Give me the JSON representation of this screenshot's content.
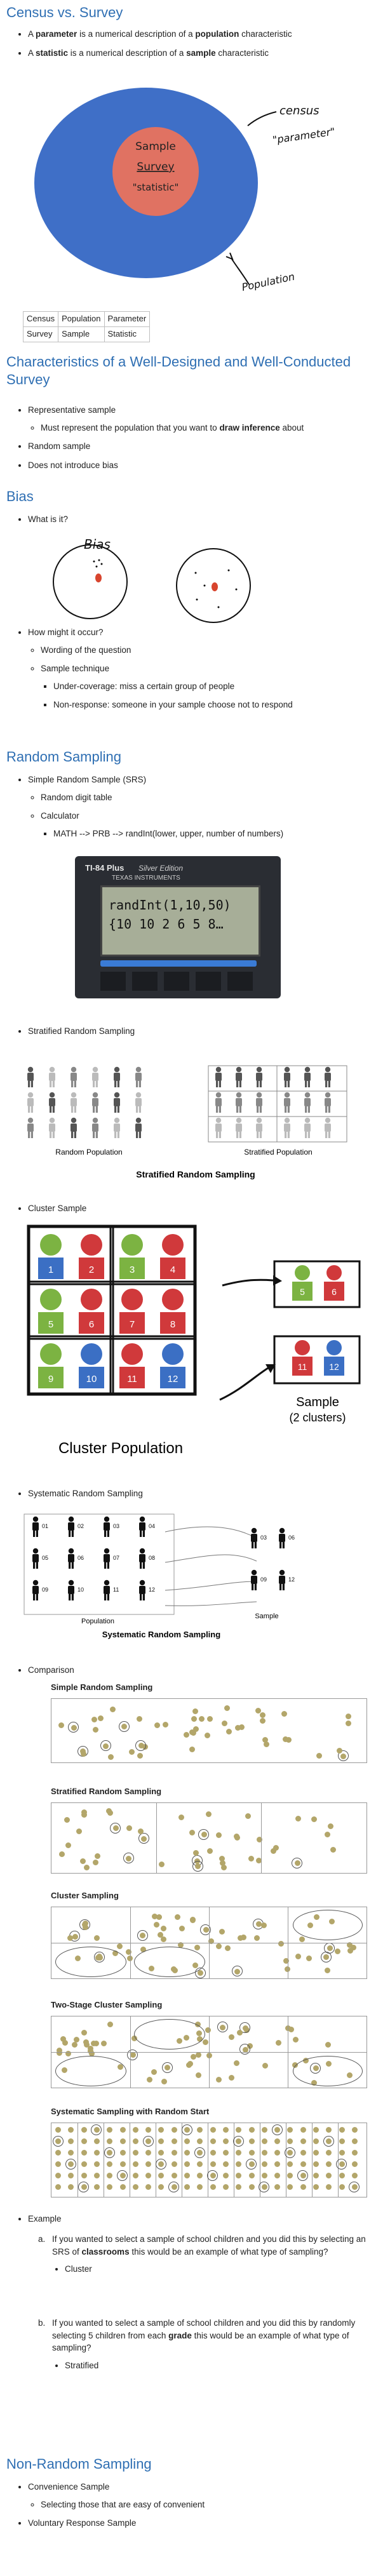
{
  "census_vs_survey": {
    "title": "Census vs. Survey",
    "bullet1_pre": "A ",
    "bullet1_bold": "parameter",
    "bullet1_mid": " is a numerical description of a ",
    "bullet1_bold2": "population",
    "bullet1_post": " characteristic",
    "bullet2_pre": "A ",
    "bullet2_bold": "statistic",
    "bullet2_mid": " is a numerical description of a ",
    "bullet2_bold2": "sample",
    "bullet2_post": " characteristic",
    "diagram": {
      "inner_line1": "Sample",
      "inner_line2": "Survey",
      "inner_line3": "\"statistic\"",
      "note_census": "census",
      "note_parameter": "\"parameter\"",
      "note_population": "Population"
    },
    "table": [
      [
        "Census",
        "Population",
        "Parameter"
      ],
      [
        "Survey",
        "Sample",
        "Statistic"
      ]
    ]
  },
  "characteristics": {
    "title": "Characteristics of a Well-Designed and Well-Conducted Survey",
    "item1": "Representative sample",
    "item1_sub_pre": "Must represent the population that you want to ",
    "item1_sub_bold": "draw inference",
    "item1_sub_post": " about",
    "item2": "Random sample",
    "item3": "Does not introduce bias"
  },
  "bias": {
    "title": "Bias",
    "what": "What is it?",
    "drawing_label": "Bias",
    "how": "How might it occur?",
    "sub1": "Wording of the question",
    "sub2": "Sample technique",
    "sub2a": "Under-coverage: miss a certain group of people",
    "sub2b": "Non-response: someone in your sample choose not to respond"
  },
  "random_sampling": {
    "title": "Random Sampling",
    "srs": "Simple Random Sample (SRS)",
    "srs_sub1": "Random digit table",
    "srs_sub2": "Calculator",
    "srs_sub2a": "MATH --> PRB --> randInt(lower, upper, number of numbers)",
    "calculator": {
      "model": "TI-84 Plus",
      "edition": "Silver Edition",
      "brand": "TEXAS INSTRUMENTS",
      "line1": "randInt(1,10,50)",
      "line2": "{10 10 2 6 5 8…"
    },
    "stratified": "Stratified Random Sampling",
    "stratified_fig": {
      "left_label": "Random Population",
      "right_label": "Stratified Population",
      "caption": "Stratified Random Sampling"
    },
    "cluster": "Cluster Sample",
    "cluster_fig": {
      "numbers": [
        "1",
        "2",
        "3",
        "4",
        "5",
        "6",
        "7",
        "8",
        "9",
        "10",
        "11",
        "12"
      ],
      "sample_a": [
        "5",
        "6"
      ],
      "sample_b": [
        "11",
        "12"
      ],
      "pop_label": "Cluster Population",
      "sample_label": "Sample",
      "sample_sub": "(2 clusters)"
    },
    "systematic": "Systematic Random Sampling",
    "systematic_fig": {
      "pop_numbers": [
        "01",
        "02",
        "03",
        "04",
        "05",
        "06",
        "07",
        "08",
        "09",
        "10",
        "11",
        "12"
      ],
      "sample_numbers": [
        "03",
        "06",
        "09",
        "12"
      ],
      "pop_label": "Population",
      "sample_label": "Sample",
      "caption": "Systematic Random Sampling"
    },
    "comparison": "Comparison",
    "comparison_titles": [
      "Simple Random Sampling",
      "Stratified Random Sampling",
      "Cluster Sampling",
      "Two-Stage Cluster Sampling",
      "Systematic Sampling with Random Start"
    ],
    "example": "Example",
    "ex_a_pre": "If you wanted to select a sample of school children and you did this by selecting an SRS of ",
    "ex_a_bold": "classrooms",
    "ex_a_post": " this would be an example of what type of sampling?",
    "ex_a_answer": "Cluster",
    "ex_b_pre": "If you wanted to select a sample of school children and you did this by randomly selecting 5 children from each ",
    "ex_b_bold": "grade",
    "ex_b_post": " this would be an example of what type of sampling?",
    "ex_b_answer": "Stratified",
    "ex_a_marker": "a.",
    "ex_b_marker": "b."
  },
  "non_random": {
    "title": "Non-Random Sampling",
    "item1": "Convenience Sample",
    "item1_sub": "Selecting those that are easy of convenient",
    "item2": "Voluntary Response Sample"
  },
  "colors": {
    "heading": "#2f6fb3",
    "population_ellipse": "#3f6fc7",
    "sample_circle": "#e07262",
    "cluster_blue": "#3b6fc4",
    "cluster_red": "#d0393b",
    "cluster_green": "#7cb342",
    "dot": "#b3a66a"
  }
}
